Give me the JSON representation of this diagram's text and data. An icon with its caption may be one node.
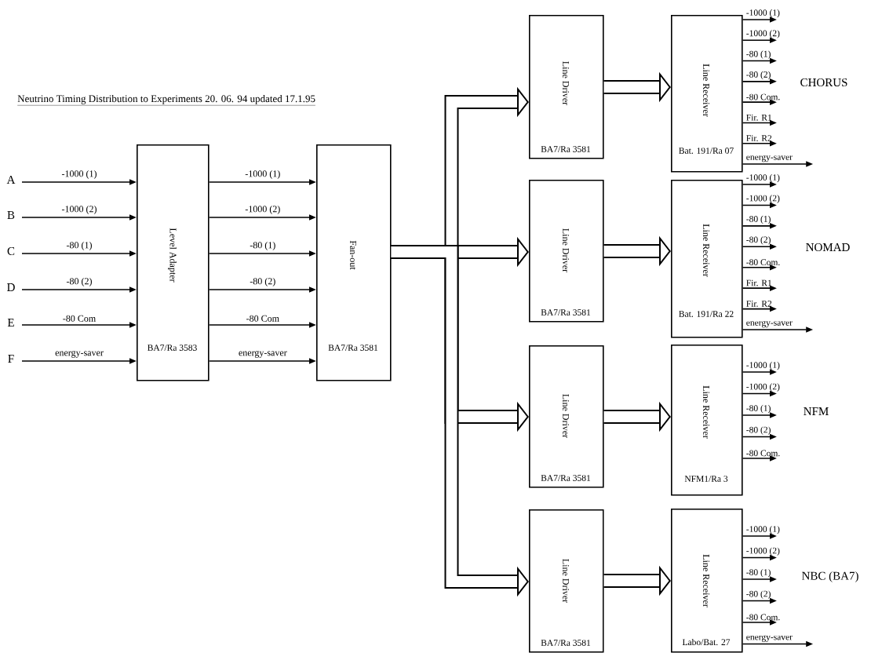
{
  "diagram": {
    "title": "Neutrino Timing Distribution to Experiments  20. 06. 94 updated 17.1.95",
    "nodes": [
      {
        "text": [
          "A"
        ]
      },
      {
        "text": [
          "B"
        ]
      },
      {
        "text": [
          "C"
        ]
      },
      {
        "text": [
          "D"
        ]
      },
      {
        "text": [
          "E"
        ]
      },
      {
        "text": [
          "F"
        ]
      },
      {
        "text": [
          "Level Adapter",
          "BA7/Ra 3583"
        ]
      },
      {
        "text": [
          "Fan-out",
          "BA7/Ra 3581"
        ]
      },
      {
        "text": [
          "Line Driver",
          "BA7/Ra 3581"
        ]
      },
      {
        "text": [
          "Line Receiver",
          "Bat. 191/Ra 07"
        ]
      },
      {
        "text": [
          "Line Driver",
          "BA7/Ra 3581"
        ]
      },
      {
        "text": [
          "Line Receiver",
          "Bat. 191/Ra 22"
        ]
      },
      {
        "text": [
          "Line Driver",
          "BA7/Ra 3581"
        ]
      },
      {
        "text": [
          "Line Receiver",
          "NFM1/Ra 3"
        ]
      },
      {
        "text": [
          "Line Driver",
          "BA7/Ra 3581"
        ]
      },
      {
        "text": [
          "Line Receiver",
          "Labo/Bat. 27"
        ]
      }
    ],
    "labels": [
      "CHORUS",
      "NOMAD",
      "NFM",
      "NBC (BA7)"
    ],
    "edges": [
      {
        "from": 0,
        "to": 6,
        "arrow": "to",
        "label": "-1000 (1)"
      },
      {
        "from": 1,
        "to": 6,
        "arrow": "to",
        "label": "-1000 (2)"
      },
      {
        "from": 2,
        "to": 6,
        "arrow": "to",
        "label": "-80 (1)"
      },
      {
        "from": 3,
        "to": 6,
        "arrow": "to",
        "label": "-80 (2)"
      },
      {
        "from": 4,
        "to": 6,
        "arrow": "to",
        "label": "-80 Com"
      },
      {
        "from": 5,
        "to": 6,
        "arrow": "to",
        "label": "energy-saver"
      },
      {
        "from": 6,
        "to": 7,
        "arrow": "to",
        "label": "-1000 (1)"
      },
      {
        "from": 6,
        "to": 7,
        "arrow": "to",
        "label": "-1000 (2)"
      },
      {
        "from": 6,
        "to": 7,
        "arrow": "to",
        "label": "-80 (1)"
      },
      {
        "from": 6,
        "to": 7,
        "arrow": "to",
        "label": "-80 (2)"
      },
      {
        "from": 6,
        "to": 7,
        "arrow": "to",
        "label": "-80 Com"
      },
      {
        "from": 6,
        "to": 7,
        "arrow": "to",
        "label": "energy-saver"
      },
      {
        "from": 7,
        "to": 8,
        "arrow": "to",
        "style": "thick"
      },
      {
        "from": 7,
        "to": 10,
        "arrow": "to",
        "style": "thick"
      },
      {
        "from": 7,
        "to": 12,
        "arrow": "to",
        "style": "thick"
      },
      {
        "from": 7,
        "to": 14,
        "arrow": "to",
        "style": "thick"
      },
      {
        "from": 8,
        "to": 9,
        "arrow": "to",
        "style": "thick"
      },
      {
        "from": 10,
        "to": 11,
        "arrow": "to",
        "style": "thick"
      },
      {
        "from": 12,
        "to": 13,
        "arrow": "to",
        "style": "thick"
      },
      {
        "from": 14,
        "to": 15,
        "arrow": "to",
        "style": "thick"
      },
      {
        "from": 9,
        "to": null,
        "arrow": "to",
        "label": "-1000 (1)"
      },
      {
        "from": 9,
        "to": null,
        "arrow": "to",
        "label": "-1000 (2)"
      },
      {
        "from": 9,
        "to": null,
        "arrow": "to",
        "label": "-80 (1)"
      },
      {
        "from": 9,
        "to": null,
        "arrow": "to",
        "label": "-80 (2)"
      },
      {
        "from": 9,
        "to": null,
        "arrow": "to",
        "label": "-80 Com."
      },
      {
        "from": 9,
        "to": null,
        "arrow": "to",
        "label": "Fir. R1"
      },
      {
        "from": 9,
        "to": null,
        "arrow": "to",
        "label": "Fir. R2"
      },
      {
        "from": 9,
        "to": null,
        "arrow": "to",
        "label": "energy-saver"
      },
      {
        "from": 11,
        "to": null,
        "arrow": "to",
        "label": "-1000 (1)"
      },
      {
        "from": 11,
        "to": null,
        "arrow": "to",
        "label": "-1000 (2)"
      },
      {
        "from": 11,
        "to": null,
        "arrow": "to",
        "label": "-80 (1)"
      },
      {
        "from": 11,
        "to": null,
        "arrow": "to",
        "label": "-80 (2)"
      },
      {
        "from": 11,
        "to": null,
        "arrow": "to",
        "label": "-80 Com."
      },
      {
        "from": 11,
        "to": null,
        "arrow": "to",
        "label": "Fir. R1"
      },
      {
        "from": 11,
        "to": null,
        "arrow": "to",
        "label": "Fir. R2"
      },
      {
        "from": 11,
        "to": null,
        "arrow": "to",
        "label": "energy-saver"
      },
      {
        "from": 13,
        "to": null,
        "arrow": "to",
        "label": "-1000 (1)"
      },
      {
        "from": 13,
        "to": null,
        "arrow": "to",
        "label": "-1000 (2)"
      },
      {
        "from": 13,
        "to": null,
        "arrow": "to",
        "label": "-80 (1)"
      },
      {
        "from": 13,
        "to": null,
        "arrow": "to",
        "label": "-80 (2)"
      },
      {
        "from": 13,
        "to": null,
        "arrow": "to",
        "label": "-80 Com."
      },
      {
        "from": 15,
        "to": null,
        "arrow": "to",
        "label": "-1000 (1)"
      },
      {
        "from": 15,
        "to": null,
        "arrow": "to",
        "label": "-1000 (2)"
      },
      {
        "from": 15,
        "to": null,
        "arrow": "to",
        "label": "-80 (1)"
      },
      {
        "from": 15,
        "to": null,
        "arrow": "to",
        "label": "-80 (2)"
      },
      {
        "from": 15,
        "to": null,
        "arrow": "to",
        "label": "-80 Com."
      },
      {
        "from": 15,
        "to": null,
        "arrow": "to",
        "label": "energy-saver"
      }
    ]
  }
}
